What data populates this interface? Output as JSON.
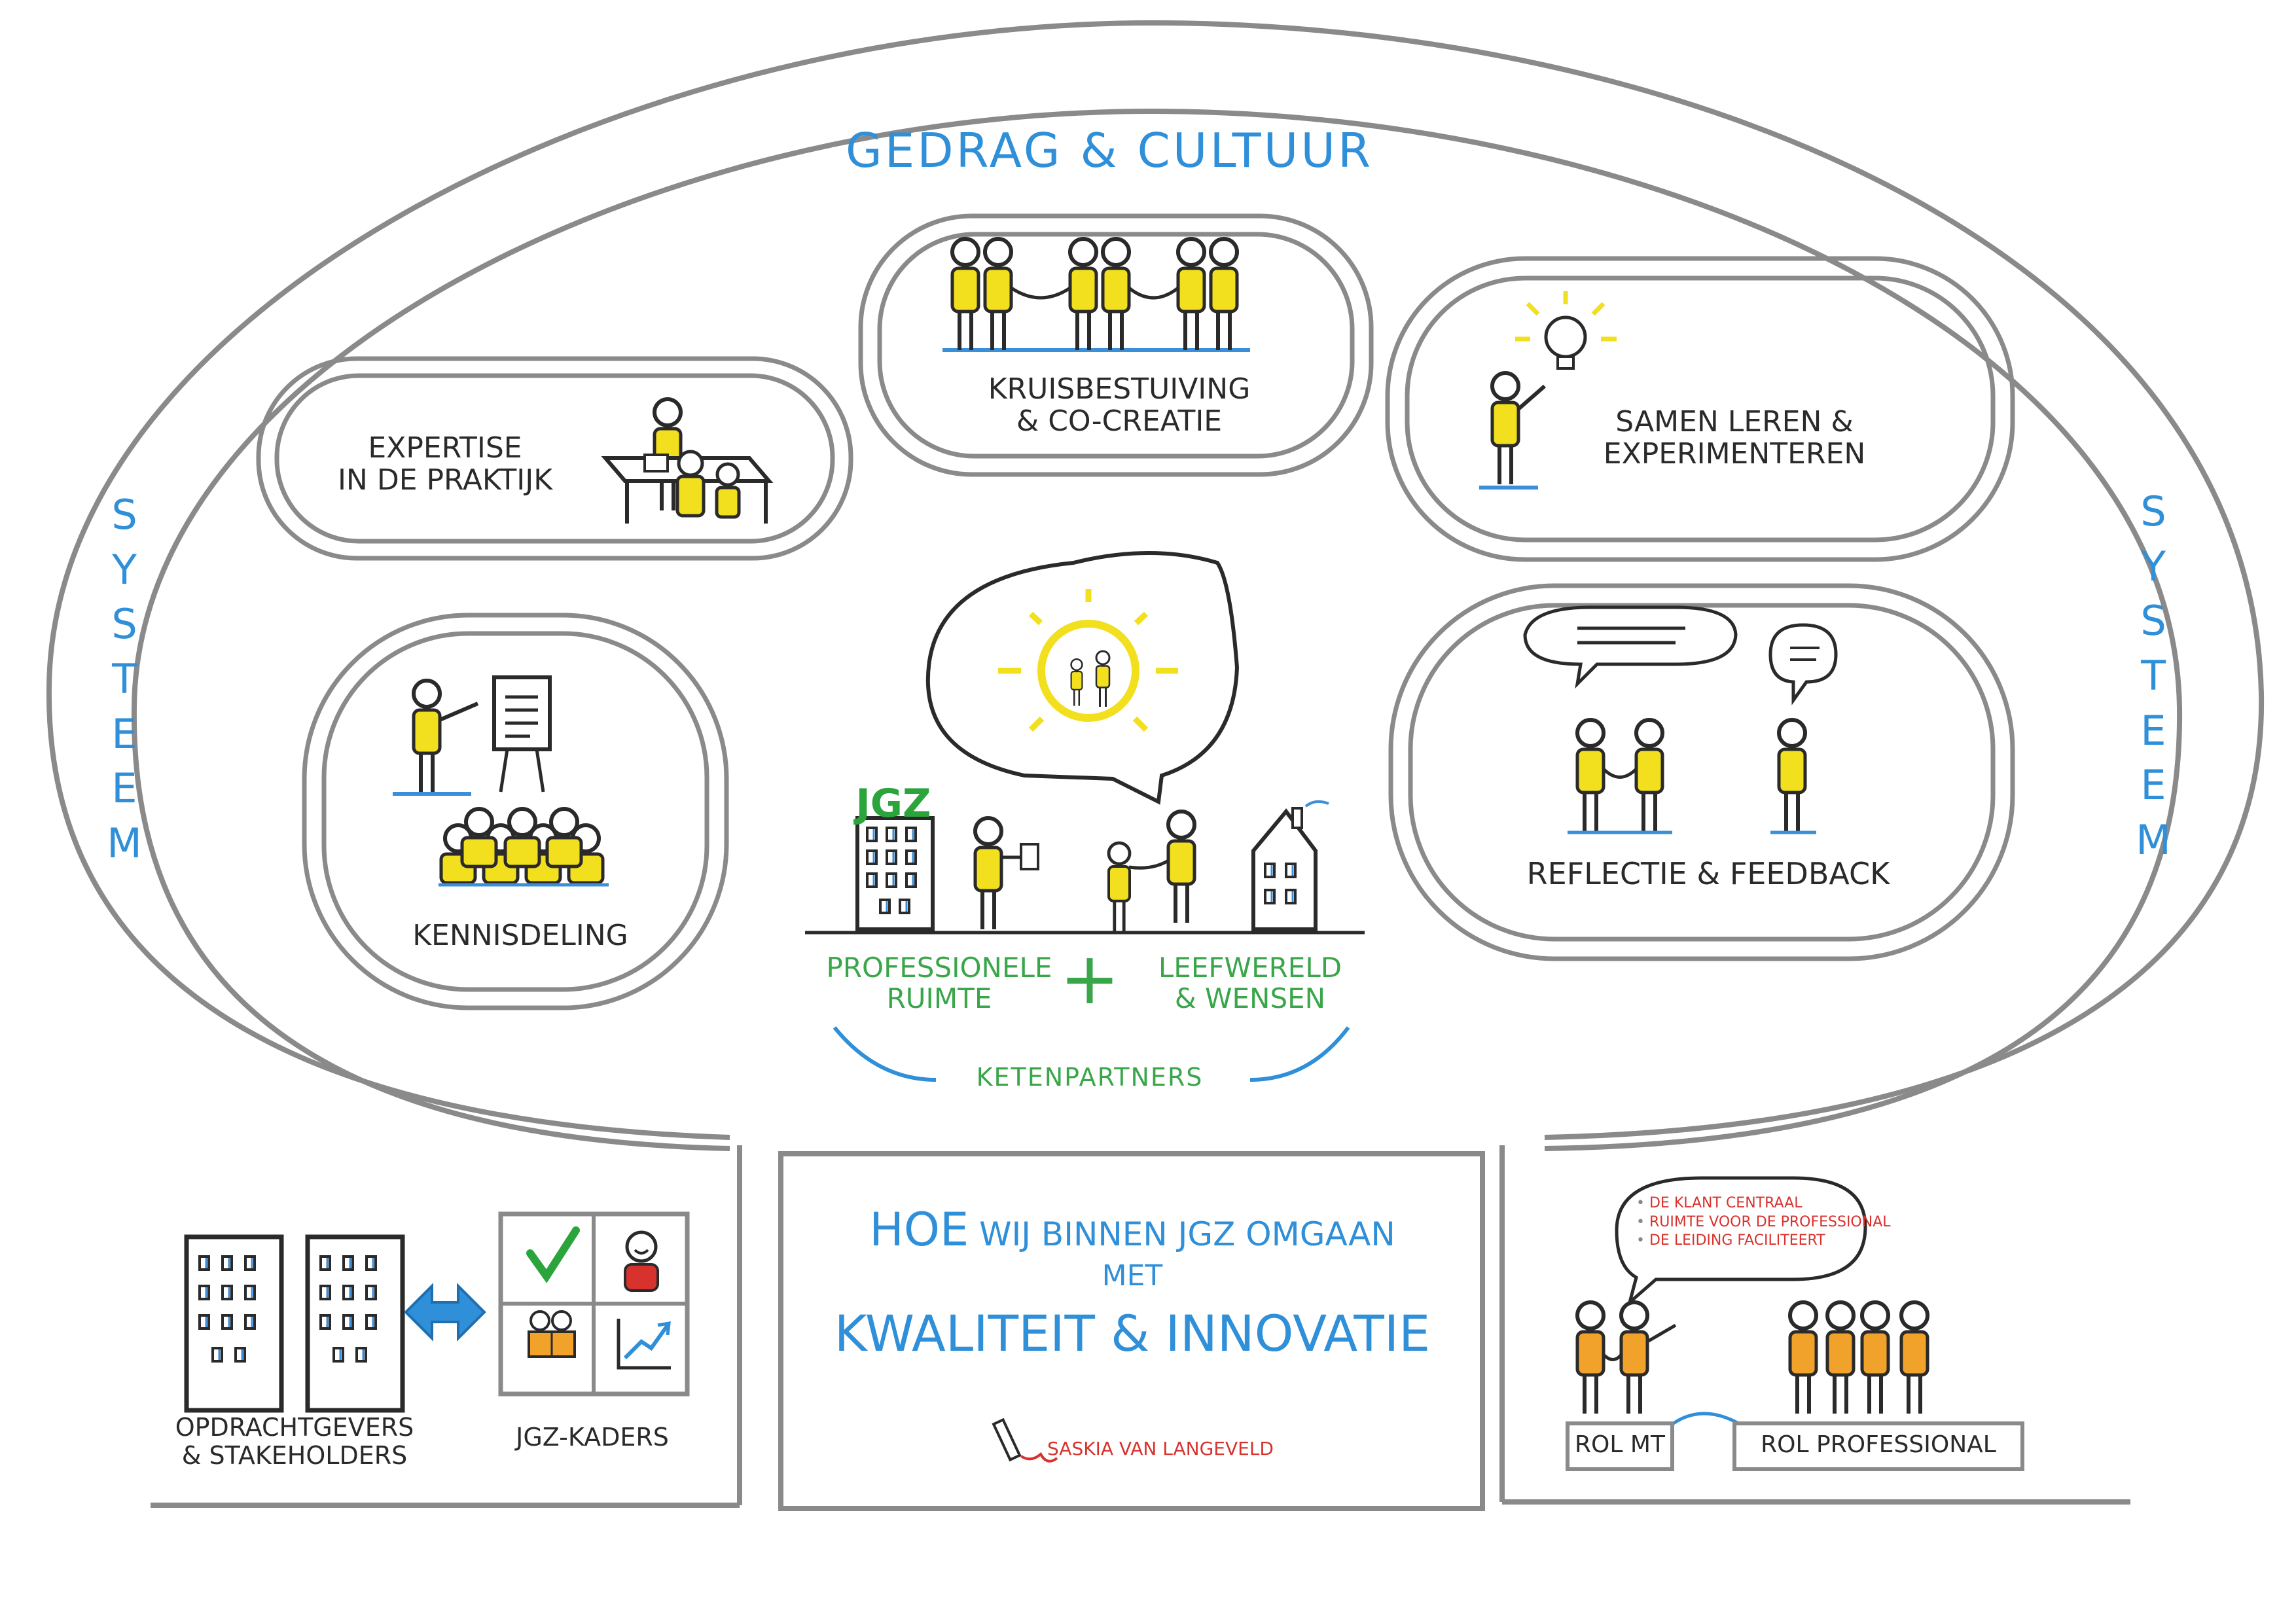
{
  "title_top": "GEDRAG & CULTUUR",
  "system_left": [
    "S",
    "Y",
    "S",
    "T",
    "E",
    "E",
    "M"
  ],
  "system_right": [
    "S",
    "Y",
    "S",
    "T",
    "E",
    "E",
    "M"
  ],
  "bubbles": {
    "expertise": "EXPERTISE\nIN DE PRAKTIJK",
    "kruisbestuiving": "KRUISBESTUIVING\n& CO-CREATIE",
    "samen_leren": "SAMEN LEREN &\nEXPERIMENTEREN",
    "kennisdeling": "KENNISDELING",
    "reflectie": "REFLECTIE & FEEDBACK"
  },
  "center": {
    "jgz_sign": "JGZ",
    "professionele_ruimte": "PROFESSIONELE\nRUIMTE",
    "plus": "+",
    "leefwereld": "LEEFWERELD\n& WENSEN",
    "ketenpartners": "KETENPARTNERS"
  },
  "bottom_left": {
    "opdrachtgevers": "OPDRACHTGEVERS\n& STAKEHOLDERS",
    "kaders": "JGZ-KADERS"
  },
  "bottom_center": {
    "line1_hoe": "HOE",
    "line1_rest": "WIJ BINNEN JGZ OMGAAN",
    "line2": "MET",
    "line3": "KWALITEIT & INNOVATIE",
    "signature": "SASKIA VAN LANGEVELD"
  },
  "bottom_right": {
    "bullets": [
      "DE KLANT CENTRAAL",
      "RUIMTE VOOR DE PROFESSIONAL",
      "DE LEIDING FACILITEERT"
    ],
    "rol_mt": "ROL MT",
    "rol_professional": "ROL PROFESSIONAL"
  },
  "colors": {
    "outline": "#8a8a8a",
    "figure_yellow": "#f2df1d",
    "figure_orange": "#f0a22a",
    "blue_text": "#2f8fd8",
    "green_text": "#3aa64a",
    "red_text": "#d8322e",
    "check_green": "#2aa43b",
    "arrow_blue": "#2f8fd8"
  }
}
